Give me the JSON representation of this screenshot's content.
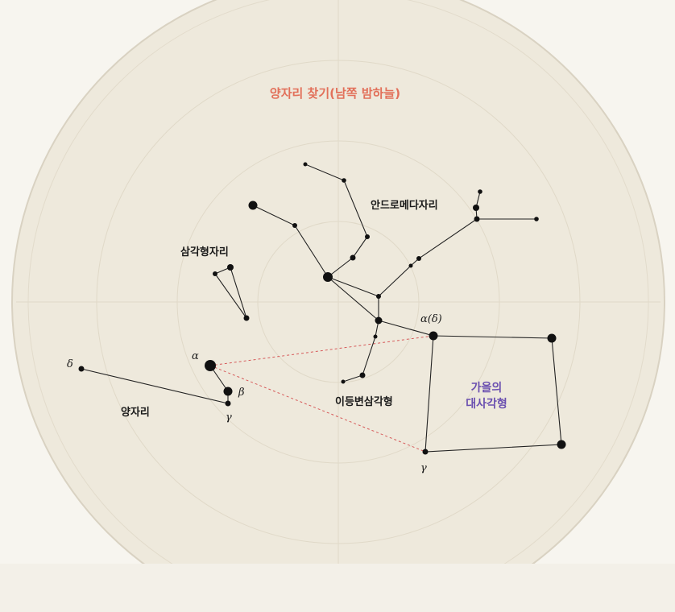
{
  "title": "양자리 찾기(남쪽 밤하늘)",
  "colors": {
    "title": "#e2705a",
    "dashed": "#d65a5a",
    "great_square_label": "#6a4fb0",
    "star": "#111111",
    "line": "#222222",
    "map_bg": "#efeadf",
    "page_bg": "#f7f5ef"
  },
  "constellations": {
    "andromeda": "안드로메다자리",
    "triangulum": "삼각형자리",
    "aries": "양자리",
    "isosceles": "이등변삼각형",
    "great_square_line1": "가을의",
    "great_square_line2": "대사각형"
  },
  "greek": {
    "aries_delta": "δ",
    "aries_alpha": "α",
    "aries_beta": "β",
    "aries_gamma": "γ",
    "square_alpha_delta": "α(δ)",
    "square_gamma": "γ"
  }
}
